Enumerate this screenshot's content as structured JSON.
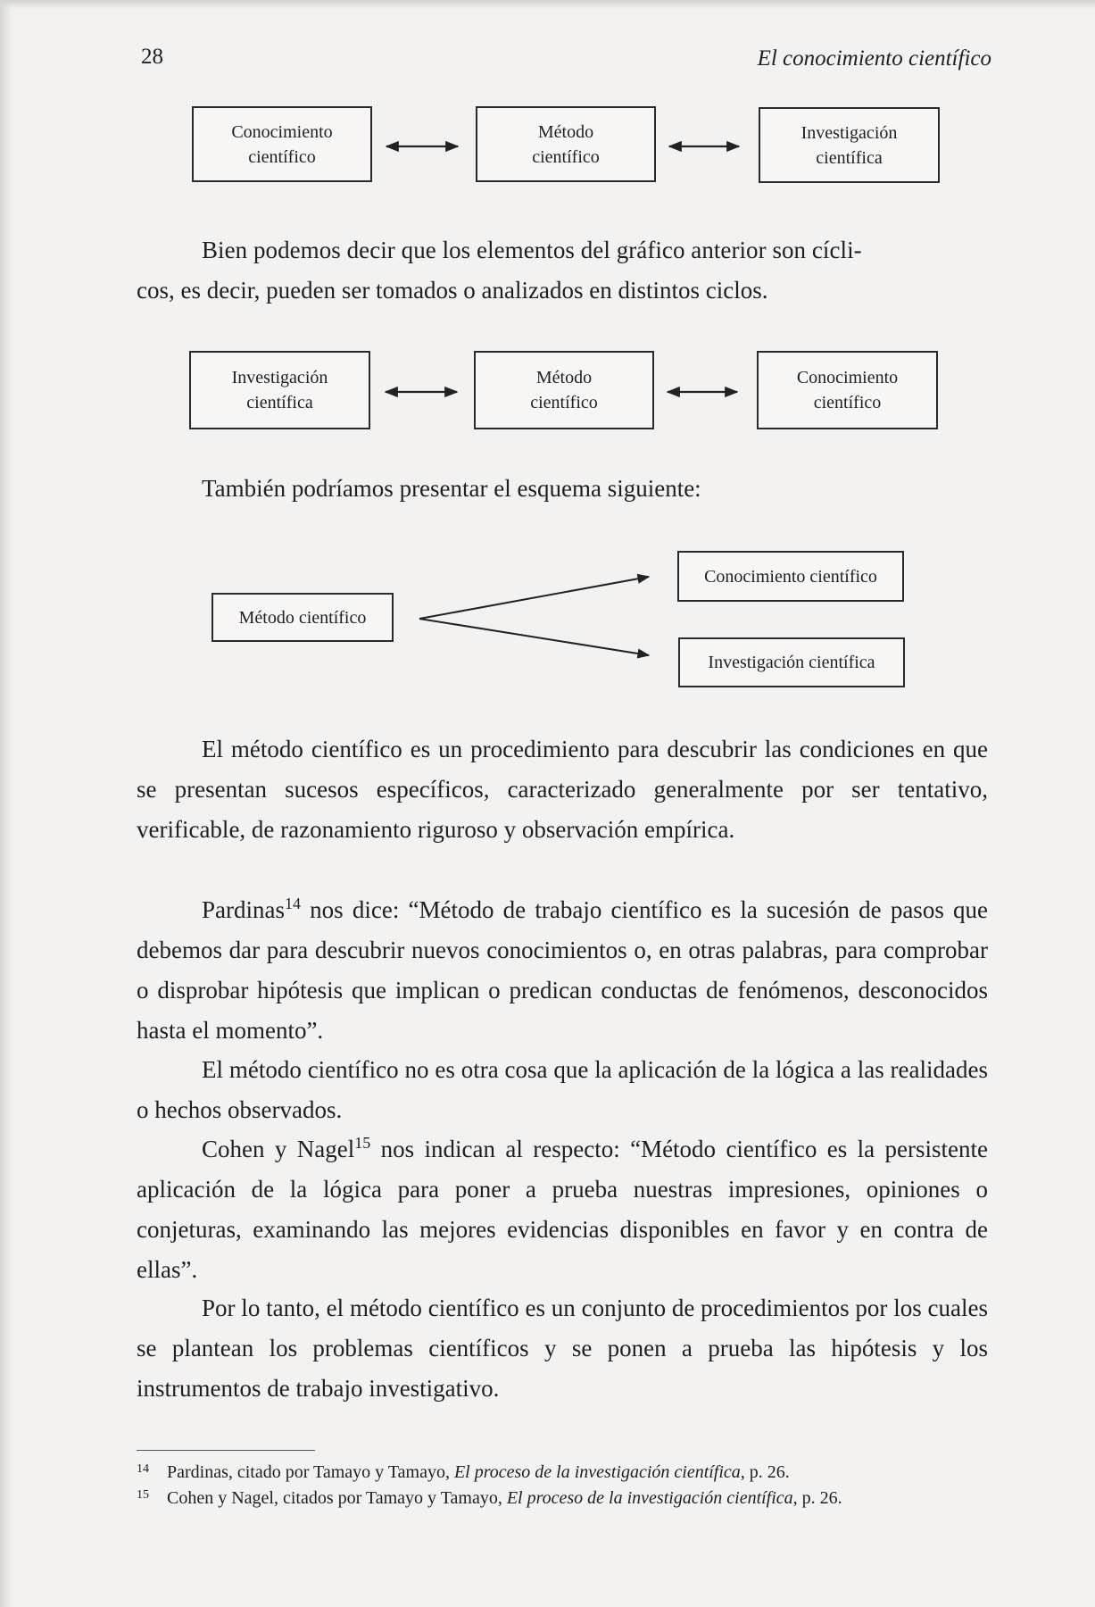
{
  "header": {
    "page_number": "28",
    "running_title": "El conocimiento científico"
  },
  "diagram1": {
    "box1": {
      "line1": "Conocimiento",
      "line2": "científico"
    },
    "box2": {
      "line1": "Método",
      "line2": "científico"
    },
    "box3": {
      "line1": "Investigación",
      "line2": "científica"
    }
  },
  "paragraph1": {
    "line1": "Bien podemos decir que los elementos del gráfico anterior son cícli-",
    "line2": "cos, es decir, pueden ser tomados o analizados en distintos ciclos."
  },
  "diagram2": {
    "box1": {
      "line1": "Investigación",
      "line2": "científica"
    },
    "box2": {
      "line1": "Método",
      "line2": "científico"
    },
    "box3": {
      "line1": "Conocimiento",
      "line2": "científico"
    }
  },
  "scheme_intro": "También podríamos presentar el esquema siguiente:",
  "diagram3": {
    "source": "Método científico",
    "target_top": "Conocimiento científico",
    "target_bottom": "Investigación científica"
  },
  "paragraph2": "El método científico es un procedimiento para descubrir las condiciones en que se presentan sucesos específicos, caracterizado generalmente por ser tentativo, verificable, de razonamiento riguroso y observación empírica.",
  "paragraph3": {
    "author": "Pardinas",
    "ref": "14",
    "text": " nos dice: “Método de trabajo científico es la sucesión de pasos que debemos dar para descubrir nuevos conocimientos o, en otras palabras, para comprobar o disprobar hipótesis que implican o predican conductas de fenómenos, desconocidos hasta el momento”."
  },
  "paragraph4": "El método científico no es otra cosa que la aplicación de la lógica a las realidades o hechos observados.",
  "paragraph5": {
    "author": "Cohen y Nagel",
    "ref": "15",
    "text": " nos indican al respecto: “Método científico es la persistente aplicación de la lógica para poner a prueba nuestras impresiones, opiniones o conjeturas, examinando las mejores evidencias disponibles en favor y en contra de ellas”."
  },
  "paragraph6": "Por lo tanto, el método científico es un conjunto de procedimientos por los cuales se plantean los problemas científicos y se ponen a prueba las hipótesis y los instrumentos de trabajo investigativo.",
  "footnotes": [
    {
      "num": "14",
      "before": "Pardinas, citado por Tamayo y Tamayo, ",
      "title": "El proceso de la investigación científica",
      "after": ", p. 26."
    },
    {
      "num": "15",
      "before": "Cohen y Nagel, citados por Tamayo y Tamayo, ",
      "title": "El proceso de la investigación científica",
      "after": ", p. 26."
    }
  ]
}
